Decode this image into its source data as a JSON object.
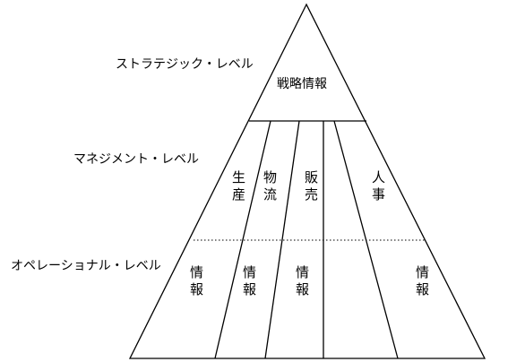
{
  "levels": {
    "strategic": "ストラテジック・レベル",
    "management": "マネジメント・レベル",
    "operational": "オペレーショナル・レベル"
  },
  "strategic_info": "戦略情報",
  "functions": {
    "production": [
      "生",
      "産"
    ],
    "logistics": [
      "物",
      "流"
    ],
    "sales": [
      "販",
      "売"
    ],
    "hr": [
      "人",
      "事"
    ]
  },
  "info_label": [
    "情",
    "報"
  ]
}
